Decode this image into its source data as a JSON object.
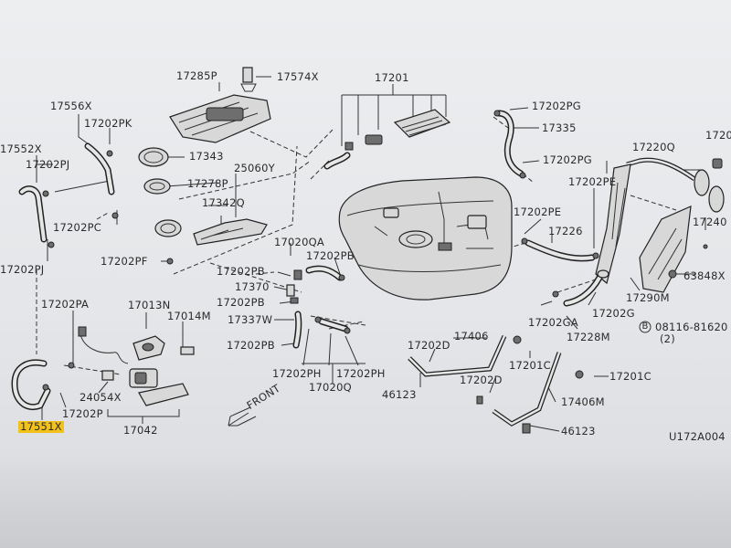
{
  "diagram": {
    "labels": [
      {
        "id": "17285P",
        "text": "17285P"
      },
      {
        "id": "17574X",
        "text": "17574X"
      },
      {
        "id": "17201",
        "text": "17201"
      },
      {
        "id": "17202PG_a",
        "text": "17202PG"
      },
      {
        "id": "17335",
        "text": "17335"
      },
      {
        "id": "17202PG_b",
        "text": "17202PG"
      },
      {
        "id": "17556X",
        "text": "17556X"
      },
      {
        "id": "17202PK",
        "text": "17202PK"
      },
      {
        "id": "17343",
        "text": "17343"
      },
      {
        "id": "17552X",
        "text": "17552X"
      },
      {
        "id": "17202PJ_a",
        "text": "17202PJ"
      },
      {
        "id": "17278P",
        "text": "17278P"
      },
      {
        "id": "25060Y",
        "text": "25060Y"
      },
      {
        "id": "17342Q",
        "text": "17342Q"
      },
      {
        "id": "17202PC",
        "text": "17202PC"
      },
      {
        "id": "17202PJ_b",
        "text": "17202PJ"
      },
      {
        "id": "17202PF",
        "text": "17202PF"
      },
      {
        "id": "17220Q",
        "text": "17220Q"
      },
      {
        "id": "17202PE_a",
        "text": "17202PE"
      },
      {
        "id": "17202PE_b",
        "text": "17202PE"
      },
      {
        "id": "17226",
        "text": "17226"
      },
      {
        "id": "1720",
        "text": "1720"
      },
      {
        "id": "17240",
        "text": "17240"
      },
      {
        "id": "63848X",
        "text": "63848X"
      },
      {
        "id": "17290M",
        "text": "17290M"
      },
      {
        "id": "17202G",
        "text": "17202G"
      },
      {
        "id": "17202GA",
        "text": "17202GA"
      },
      {
        "id": "08116",
        "text": "08116-81620"
      },
      {
        "id": "qty2",
        "text": "(2)"
      },
      {
        "id": "17228M",
        "text": "17228M"
      },
      {
        "id": "17020QA",
        "text": "17020QA"
      },
      {
        "id": "17202PB_a",
        "text": "17202PB"
      },
      {
        "id": "17202PB_b",
        "text": "17202PB"
      },
      {
        "id": "17370",
        "text": "17370"
      },
      {
        "id": "17202PB_c",
        "text": "17202PB"
      },
      {
        "id": "17337W",
        "text": "17337W"
      },
      {
        "id": "17202PB_d",
        "text": "17202PB"
      },
      {
        "id": "17202PH_a",
        "text": "17202PH"
      },
      {
        "id": "17202PH_b",
        "text": "17202PH"
      },
      {
        "id": "17020Q",
        "text": "17020Q"
      },
      {
        "id": "17202PA",
        "text": "17202PA"
      },
      {
        "id": "17013N",
        "text": "17013N"
      },
      {
        "id": "17014M",
        "text": "17014M"
      },
      {
        "id": "24054X",
        "text": "24054X"
      },
      {
        "id": "17202P",
        "text": "17202P"
      },
      {
        "id": "17551X",
        "text": "17551X"
      },
      {
        "id": "17042",
        "text": "17042"
      },
      {
        "id": "17202D_a",
        "text": "17202D"
      },
      {
        "id": "17406",
        "text": "17406"
      },
      {
        "id": "17201C_a",
        "text": "17201C"
      },
      {
        "id": "46123_a",
        "text": "46123"
      },
      {
        "id": "17202D_b",
        "text": "17202D"
      },
      {
        "id": "17406M",
        "text": "17406M"
      },
      {
        "id": "17201C_b",
        "text": "17201C"
      },
      {
        "id": "46123_b",
        "text": "46123"
      },
      {
        "id": "code",
        "text": "U172A004"
      }
    ],
    "front_label": "FRONT",
    "bolt_marker": "B",
    "highlight_color": "#f2c21b"
  }
}
